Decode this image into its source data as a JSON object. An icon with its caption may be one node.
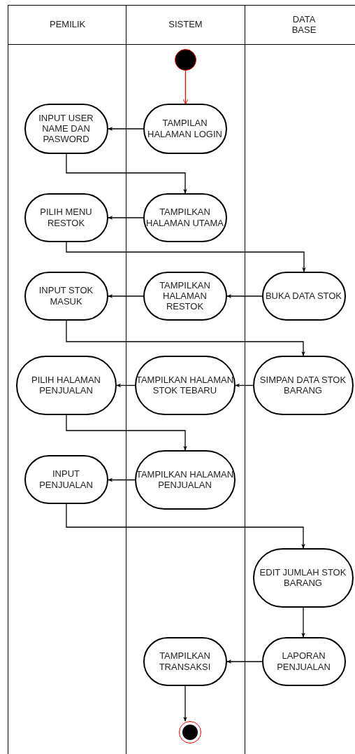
{
  "diagram": {
    "nodes": [
      {
        "text": [
          "PEMILIK"
        ]
      },
      {
        "text": [
          "SISTEM"
        ]
      },
      {
        "text": [
          "DATA BASE"
        ]
      },
      {
        "text": [],
        "shape": "circle",
        "in": 1
      },
      {
        "text": [
          "TAMPILAN HALAMAN LOGIN"
        ],
        "in": 1
      },
      {
        "text": [
          "INPUT USER NAME DAN PASWORD"
        ],
        "in": 0
      },
      {
        "text": [
          "TAMPILKAN HALAMAN UTAMA"
        ],
        "in": 1
      },
      {
        "text": [
          "PILIH MENU RESTOK"
        ],
        "in": 0
      },
      {
        "text": [
          "BUKA DATA STOK"
        ],
        "in": 2
      },
      {
        "text": [
          "TAMPILKAN HALAMAN RESTOK"
        ],
        "in": 1
      },
      {
        "text": [
          "INPUT STOK MASUK"
        ],
        "in": 0
      },
      {
        "text": [
          "SIMPAN DATA STOK BARANG"
        ],
        "in": 2
      },
      {
        "text": [
          "TAMPILKAN HALAMAN STOK TEBARU"
        ],
        "in": 1
      },
      {
        "text": [
          "PILIH HALAMAN PENJUALAN"
        ],
        "in": 0
      },
      {
        "text": [
          "TAMPILKAN HALAMAN PENJUALAN"
        ],
        "in": 1
      },
      {
        "text": [
          "INPUT PENJUALAN"
        ],
        "in": 0
      },
      {
        "text": [
          "EDIT JUMLAH STOK BARANG"
        ],
        "in": 2
      },
      {
        "text": [
          "LAPORAN PENJUALAN"
        ],
        "in": 2
      },
      {
        "text": [
          "TAMPILKAN TRANSAKSI"
        ],
        "in": 1
      },
      {
        "text": [],
        "shape": "circle",
        "in": 1
      }
    ],
    "edges": [
      {
        "from": 3,
        "to": 4,
        "arrow": "to",
        "color": "#ff0000"
      },
      {
        "from": 4,
        "to": 5,
        "arrow": "to"
      },
      {
        "from": 5,
        "to": 6,
        "arrow": "to"
      },
      {
        "from": 6,
        "to": 7,
        "arrow": "to"
      },
      {
        "from": 7,
        "to": 8,
        "arrow": "to"
      },
      {
        "from": 8,
        "to": 9,
        "arrow": "to"
      },
      {
        "from": 9,
        "to": 10,
        "arrow": "to"
      },
      {
        "from": 10,
        "to": 11,
        "arrow": "to"
      },
      {
        "from": 11,
        "to": 12,
        "arrow": "to"
      },
      {
        "from": 12,
        "to": 13,
        "arrow": "to"
      },
      {
        "from": 13,
        "to": 14,
        "arrow": "to"
      },
      {
        "from": 14,
        "to": 15,
        "arrow": "to"
      },
      {
        "from": 15,
        "to": 16,
        "arrow": "to"
      },
      {
        "from": 16,
        "to": 17,
        "arrow": "to"
      },
      {
        "from": 17,
        "to": 18,
        "arrow": "to"
      },
      {
        "from": 18,
        "to": 19,
        "arrow": "to"
      }
    ]
  }
}
